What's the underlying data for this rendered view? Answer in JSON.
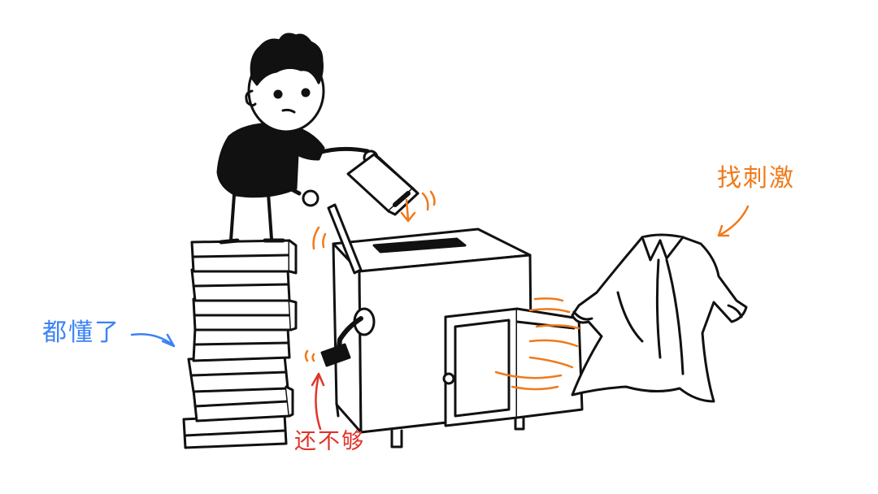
{
  "labels": {
    "understood": "都懂了",
    "not_enough": "还不够",
    "seek_excitement": "找刺激"
  },
  "colors": {
    "ink": "#111111",
    "understood": "#3b82f6",
    "not_enough": "#e0342a",
    "seek_excitement": "#f07a1a"
  }
}
